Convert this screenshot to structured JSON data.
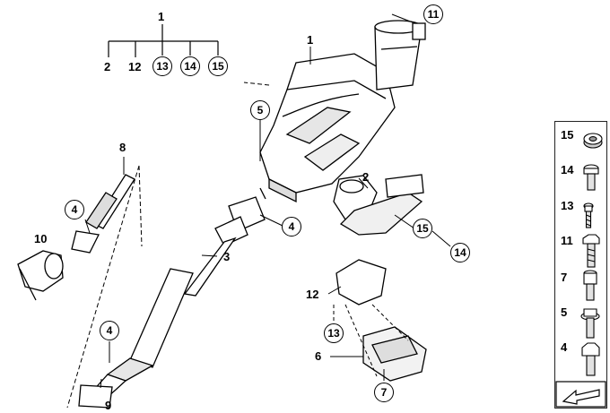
{
  "callouts": {
    "top_group_parent": "1",
    "group_2": "2",
    "group_12": "12",
    "group_13": "13",
    "group_14": "14",
    "group_15": "15",
    "c11": "11",
    "c1": "1",
    "c5": "5",
    "c8": "8",
    "c4_left": "4",
    "c10": "10",
    "c4_mid": "4",
    "c2": "2",
    "c15": "15",
    "c14": "14",
    "c3": "3",
    "c4_low": "4",
    "c9": "9",
    "c12": "12",
    "c13": "13",
    "c6": "6",
    "c7": "7"
  },
  "legend": {
    "items": [
      {
        "number": "15",
        "icon": "washer-icon"
      },
      {
        "number": "14",
        "icon": "short-bolt-icon"
      },
      {
        "number": "13",
        "icon": "screw-icon"
      },
      {
        "number": "11",
        "icon": "hex-bolt-icon"
      },
      {
        "number": "7",
        "icon": "socket-bolt-icon"
      },
      {
        "number": "5",
        "icon": "flange-bolt-icon"
      },
      {
        "number": "4",
        "icon": "hex-screw-icon"
      }
    ]
  },
  "colors": {
    "line": "#000000",
    "part_fill": "#ffffff",
    "part_shade": "#d8d8d8"
  }
}
